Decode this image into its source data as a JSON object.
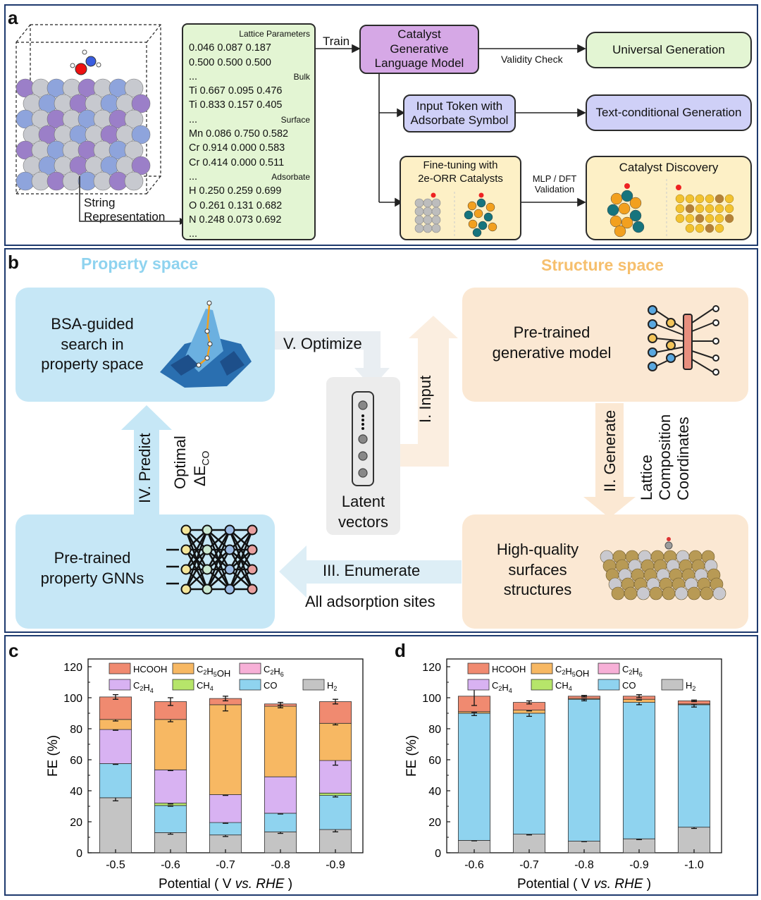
{
  "panel_a": {
    "letter": "a",
    "code_lines": [
      {
        "text": "Lattice Parameters",
        "heading": true
      },
      {
        "text": "0.046 0.087 0.187"
      },
      {
        "text": "0.500 0.500 0.500"
      },
      {
        "text": "...",
        "heading_right": "Bulk"
      },
      {
        "text": "Ti 0.667 0.095 0.476"
      },
      {
        "text": "Ti 0.833 0.157 0.405"
      },
      {
        "text": "...",
        "heading_right": "Surface"
      },
      {
        "text": "Mn 0.086 0.750 0.582"
      },
      {
        "text": "Cr 0.914 0.000 0.583"
      },
      {
        "text": "Cr 0.414 0.000 0.511"
      },
      {
        "text": "...",
        "heading_right": "Adsorbate"
      },
      {
        "text": "H 0.250 0.259 0.699"
      },
      {
        "text": "O 0.261 0.131 0.682"
      },
      {
        "text": "N 0.248 0.073 0.692"
      },
      {
        "text": "..."
      }
    ],
    "string_rep": "String\nRepresentation",
    "train": "Train",
    "model": "Catalyst\nGenerative\nLanguage Model",
    "validity": "Validity Check",
    "universal": "Universal Generation",
    "input_token": "Input Token with\nAdsorbate Symbol",
    "text_cond": "Text-conditional Generation",
    "finetune": "Fine-tuning with\n2e-ORR Catalysts",
    "mlp": "MLP / DFT\nValidation",
    "discovery": "Catalyst Discovery"
  },
  "panel_b": {
    "letter": "b",
    "property_space": "Property space",
    "structure_space": "Structure space",
    "bsa": "BSA-guided\nsearch in\nproperty space",
    "optimize": "V. Optimize",
    "input": "I. Input",
    "pretrained_gen": "Pre-trained\ngenerative model",
    "generate": "II. Generate",
    "lattice": "Lattice",
    "composition": "Composition",
    "coordinates": "Coordinates",
    "latent": "Latent\nvectors",
    "predict": "IV. Predict",
    "optimal": "Optimal",
    "delta_e": "ΔE",
    "delta_sub": "CO",
    "gnn": "Pre-trained\nproperty GNNs",
    "enumerate": "III. Enumerate",
    "all_sites": "All adsorption sites",
    "surfaces": "High-quality\nsurfaces\nstructures"
  },
  "chart_data": [
    {
      "panel": "c",
      "type": "bar",
      "stacked": true,
      "categories": [
        "-0.5",
        "-0.6",
        "-0.7",
        "-0.8",
        "-0.9"
      ],
      "xlabel": "Potential ( V vs. RHE )",
      "ylabel": "FE (%)",
      "ylim": [
        0,
        125
      ],
      "yticks": [
        0,
        20,
        40,
        60,
        80,
        100,
        120
      ],
      "legend_labels": [
        "HCOOH",
        "C2H5OH",
        "C2H6",
        "C2H4",
        "CH4",
        "CO",
        "H2"
      ],
      "series": [
        {
          "name": "H2",
          "color": "#c4c4c4",
          "values": [
            35.5,
            13,
            11.5,
            13.5,
            15
          ]
        },
        {
          "name": "CO",
          "color": "#8fd3ef",
          "values": [
            22,
            17.5,
            8,
            12,
            22
          ]
        },
        {
          "name": "CH4",
          "color": "#b6e56a",
          "values": [
            0,
            1.5,
            0,
            0,
            1.5
          ]
        },
        {
          "name": "C2H4",
          "color": "#d8b2f2",
          "values": [
            22,
            21.5,
            18,
            23.5,
            21
          ]
        },
        {
          "name": "C2H6",
          "color": "#f7b0d7",
          "values": [
            0,
            0,
            0,
            0,
            0
          ]
        },
        {
          "name": "C2H5OH",
          "color": "#f7b863",
          "values": [
            6.5,
            32.5,
            58,
            45.5,
            24
          ]
        },
        {
          "name": "HCOOH",
          "color": "#f08a70",
          "values": [
            14.5,
            11.5,
            4,
            1.5,
            14
          ]
        }
      ],
      "errors": [
        [
          2,
          1,
          1,
          1,
          1.5
        ],
        [
          0.5,
          0.5,
          0.5,
          0.5,
          1
        ],
        [
          0,
          0.5,
          0,
          0,
          0
        ],
        [
          0.5,
          0.5,
          0.5,
          0,
          3
        ],
        [
          0,
          0,
          0,
          0,
          0
        ],
        [
          1,
          1.5,
          4,
          1,
          1
        ],
        [
          1.5,
          2.5,
          1.5,
          1,
          1.5
        ]
      ]
    },
    {
      "panel": "d",
      "type": "bar",
      "stacked": true,
      "categories": [
        "-0.6",
        "-0.7",
        "-0.8",
        "-0.9",
        "-1.0"
      ],
      "xlabel": "Potential ( V vs. RHE )",
      "ylabel": "FE (%)",
      "ylim": [
        0,
        125
      ],
      "yticks": [
        0,
        20,
        40,
        60,
        80,
        100,
        120
      ],
      "legend_labels": [
        "HCOOH",
        "C2H5OH",
        "C2H6",
        "C2H4",
        "CH4",
        "CO",
        "H2"
      ],
      "series": [
        {
          "name": "H2",
          "color": "#c4c4c4",
          "values": [
            8,
            12,
            7.5,
            9,
            16.5
          ]
        },
        {
          "name": "CO",
          "color": "#8fd3ef",
          "values": [
            82,
            78,
            91.5,
            88,
            79
          ]
        },
        {
          "name": "CH4",
          "color": "#b6e56a",
          "values": [
            0,
            0,
            0,
            0,
            0
          ]
        },
        {
          "name": "C2H4",
          "color": "#d8b2f2",
          "values": [
            0,
            0,
            0,
            0,
            0
          ]
        },
        {
          "name": "C2H6",
          "color": "#f7b0d7",
          "values": [
            0,
            0,
            0,
            0,
            0
          ]
        },
        {
          "name": "C2H5OH",
          "color": "#f7b863",
          "values": [
            1,
            2,
            0.5,
            2,
            0.5
          ]
        },
        {
          "name": "HCOOH",
          "color": "#f08a70",
          "values": [
            10,
            5,
            1.5,
            2,
            2
          ]
        }
      ],
      "errors": [
        [
          0.3,
          0.5,
          0.3,
          0.5,
          0.8
        ],
        [
          1.5,
          2,
          1,
          1.5,
          1.5
        ],
        [
          0,
          0,
          0,
          0,
          0
        ],
        [
          0,
          0,
          0,
          0,
          0
        ],
        [
          0,
          0,
          0,
          0,
          0
        ],
        [
          0.5,
          0.5,
          0.5,
          0.5,
          0.5
        ],
        [
          6,
          1,
          0.5,
          1,
          0.5
        ]
      ]
    }
  ],
  "colors": {
    "panel_border": "#1e3a6e",
    "property_title": "#8fd3ef",
    "structure_title": "#f6bf6d"
  }
}
